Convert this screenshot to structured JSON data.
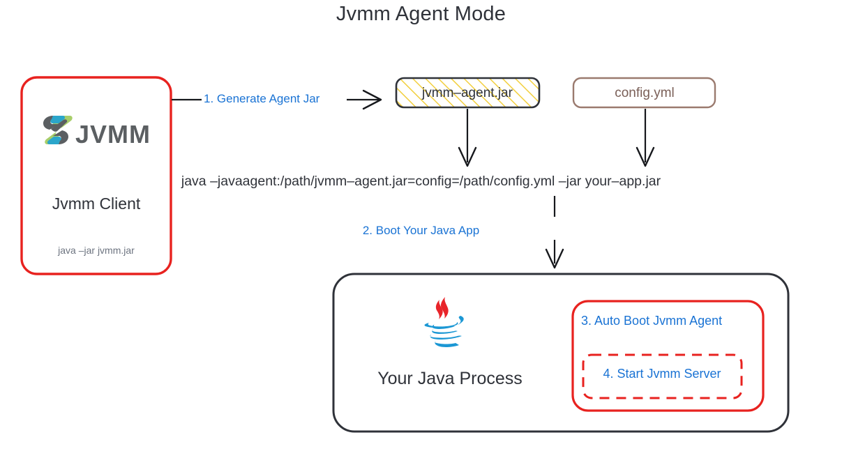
{
  "title": "Jvmm Agent Mode",
  "colors": {
    "accent_red": "#e8221f",
    "accent_blue": "#1a73d4",
    "dark": "#2f3239",
    "muted_gray": "#6d7480",
    "brown": "#7a5f57",
    "hatch_yellow": "#f2cf3e",
    "java_red": "#e8242a",
    "java_blue": "#1b97d4",
    "logo_teal": "#2ba6cb",
    "logo_green": "#a8ce6a",
    "logo_gray": "#5b5f62"
  },
  "client_card": {
    "logo_icon": "jvmm-logo-icon",
    "logo_text": "JVMM",
    "title": "Jvmm Client",
    "command": "java –jar jvmm.jar"
  },
  "steps": {
    "step1": "1. Generate Agent Jar",
    "step2": "2. Boot Your Java App",
    "step3": "3. Auto Boot Jvmm Agent",
    "step4": "4. Start Jvmm Server"
  },
  "artifacts": {
    "agent_jar": "jvmm–agent.jar",
    "config_yml": "config.yml"
  },
  "command_line": "java –javaagent:/path/jvmm–agent.jar=config=/path/config.yml –jar your–app.jar",
  "process_card": {
    "logo_icon": "java-coffee-cup-icon",
    "title": "Your Java Process"
  }
}
